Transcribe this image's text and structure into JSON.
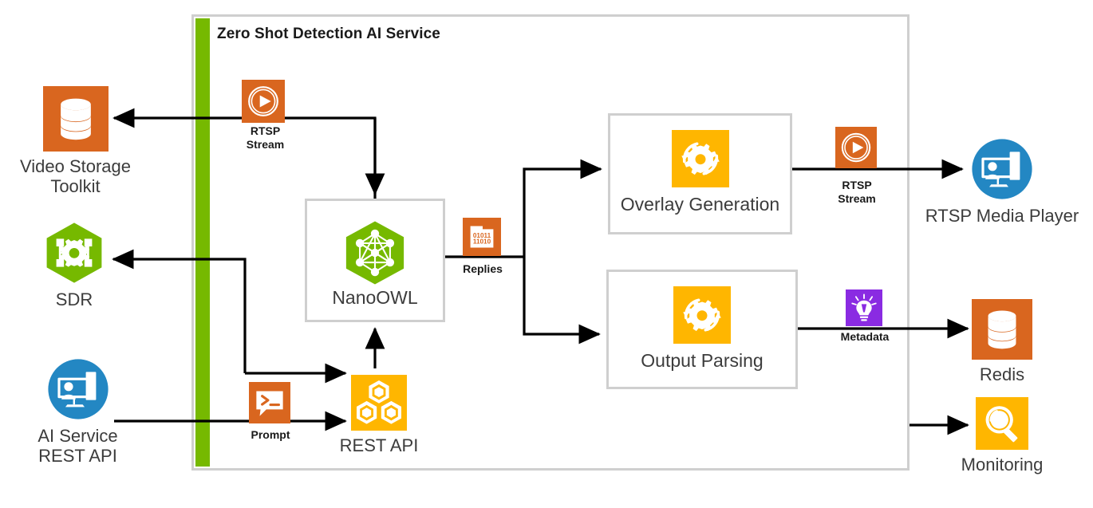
{
  "diagram": {
    "title": "Zero Shot Detection AI Service",
    "accent_color": "#76b900",
    "container_border_color": "#cfcfcf",
    "background": "#ffffff"
  },
  "service_boxes": [
    {
      "id": "nanoowl",
      "label": "NanoOWL",
      "icon": "neural-network-hexagon-icon",
      "icon_color": "#76b900"
    },
    {
      "id": "overlay",
      "label": "Overlay Generation",
      "icon": "gear-refresh-icon",
      "icon_color": "#ffb600"
    },
    {
      "id": "parsing",
      "label": "Output Parsing",
      "icon": "gear-refresh-icon",
      "icon_color": "#ffb600"
    }
  ],
  "external_nodes": [
    {
      "id": "video-storage",
      "label": "Video Storage\nToolkit",
      "icon": "database-icon",
      "icon_color": "#d9661f"
    },
    {
      "id": "sdr",
      "label": "SDR",
      "icon": "hexagon-gear-icon",
      "icon_color": "#76b900"
    },
    {
      "id": "ai-service-rest-api",
      "label": "AI Service\nREST API",
      "icon": "user-monitor-circle-icon",
      "icon_color": "#2387c3"
    },
    {
      "id": "rest-api",
      "label": "REST API",
      "icon": "hexagon-cluster-icon",
      "icon_color": "#ffb600"
    },
    {
      "id": "rtsp-media-player",
      "label": "RTSP Media Player",
      "icon": "user-monitor-circle-icon",
      "icon_color": "#2387c3"
    },
    {
      "id": "redis",
      "label": "Redis",
      "icon": "database-icon",
      "icon_color": "#d9661f"
    },
    {
      "id": "monitoring",
      "label": "Monitoring",
      "icon": "magnifier-icon",
      "icon_color": "#ffb600"
    }
  ],
  "edges": [
    {
      "id": "rtsp-stream-in",
      "label": "RTSP\nStream",
      "icon": "play-button-icon",
      "icon_color": "#d9661f"
    },
    {
      "id": "replies",
      "label": "Replies",
      "icon": "binary-file-icon",
      "icon_color": "#d9661f",
      "icon_text": "01011\n11010"
    },
    {
      "id": "prompt",
      "label": "Prompt",
      "icon": "terminal-prompt-icon",
      "icon_color": "#d9661f"
    },
    {
      "id": "rtsp-stream-out",
      "label": "RTSP\nStream",
      "icon": "play-button-icon",
      "icon_color": "#d9661f"
    },
    {
      "id": "metadata",
      "label": "Metadata",
      "icon": "lightbulb-icon",
      "icon_color": "#8a2be2"
    }
  ],
  "binary_icon": {
    "line1": "01011",
    "line2": "11010"
  }
}
